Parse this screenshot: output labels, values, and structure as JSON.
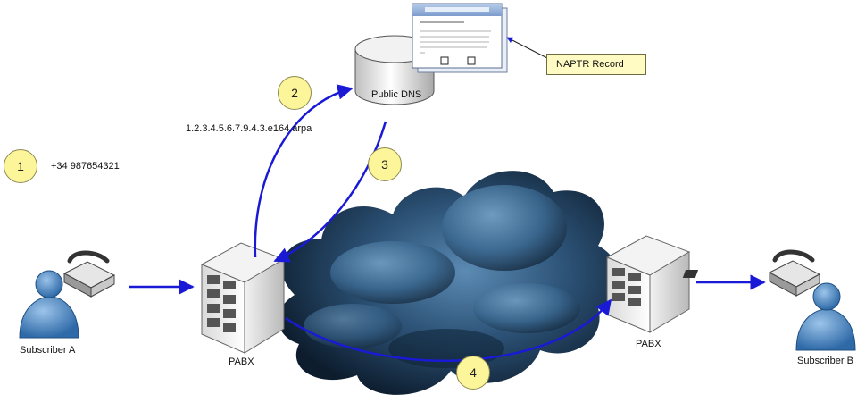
{
  "labels": {
    "subscriber_a": "Subscriber A",
    "subscriber_b": "Subscriber B",
    "pabx_left": "PABX",
    "pabx_right": "PABX",
    "public_dns": "Public DNS",
    "dialed_number": "+34 987654321",
    "enum_domain": "1.2.3.4.5.6.7.9.4.3.e164.arpa",
    "naptr_record": "NAPTR Record"
  },
  "steps": [
    "1",
    "2",
    "3",
    "4"
  ],
  "colors": {
    "arrow": "#1a1ad6",
    "step_fill": "#fdf59a",
    "naptr_fill": "#fffbc3",
    "cloud_dark": "#0f2235",
    "cloud_light": "#4f7fa6"
  }
}
